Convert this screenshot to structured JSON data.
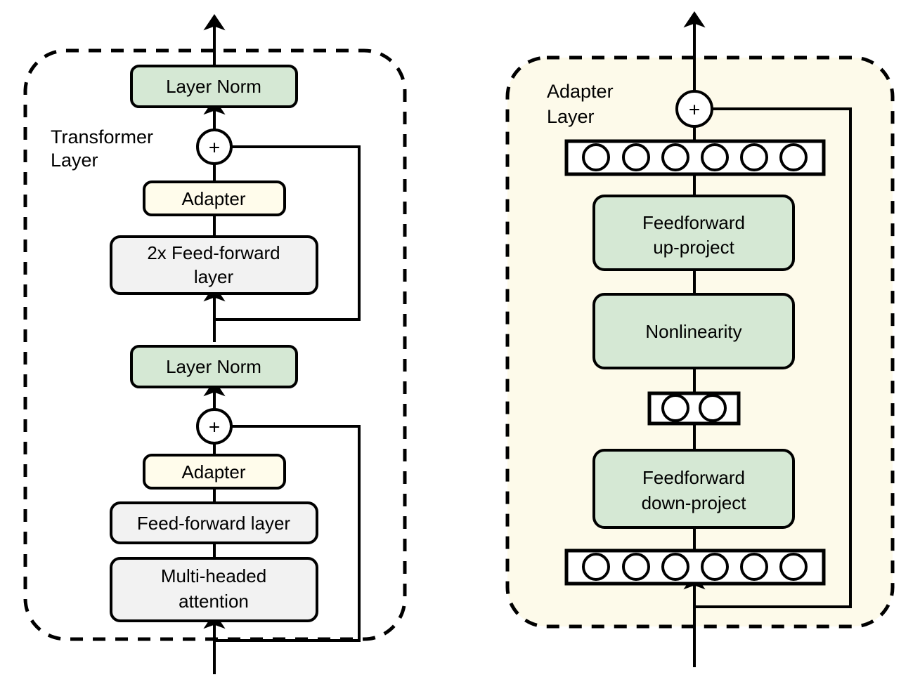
{
  "figure": {
    "type": "architecture-diagram",
    "background": "#ffffff"
  },
  "colors": {
    "green_block": "#d5e8d4",
    "grey_block": "#f2f2f2",
    "cream_block": "#fffceb",
    "panel_cream_background": "#fdfaea",
    "stroke": "#000000"
  },
  "left_panel": {
    "title_line1": "Transformer",
    "title_line2": "Layer",
    "blocks": {
      "layer_norm_top": "Layer Norm",
      "adapter_top": "Adapter",
      "feed_forward_2x_line1": "2x Feed-forward",
      "feed_forward_2x_line2": "layer",
      "layer_norm_bottom": "Layer Norm",
      "adapter_bottom": "Adapter",
      "feed_forward_layer": "Feed-forward layer",
      "attention_line1": "Multi-headed",
      "attention_line2": "attention"
    },
    "add_nodes": {
      "top_symbol": "+",
      "bottom_symbol": "+"
    }
  },
  "right_panel": {
    "title_line1": "Adapter",
    "title_line2": "Layer",
    "blocks": {
      "feedforward_up_line1": "Feedforward",
      "feedforward_up_line2": "up-project",
      "nonlinearity": "Nonlinearity",
      "feedforward_down_line1": "Feedforward",
      "feedforward_down_line2": "down-project"
    },
    "add_node": {
      "symbol": "+"
    },
    "neuron_rows": {
      "top_count": 6,
      "bottleneck_count": 2,
      "bottom_count": 6
    }
  }
}
